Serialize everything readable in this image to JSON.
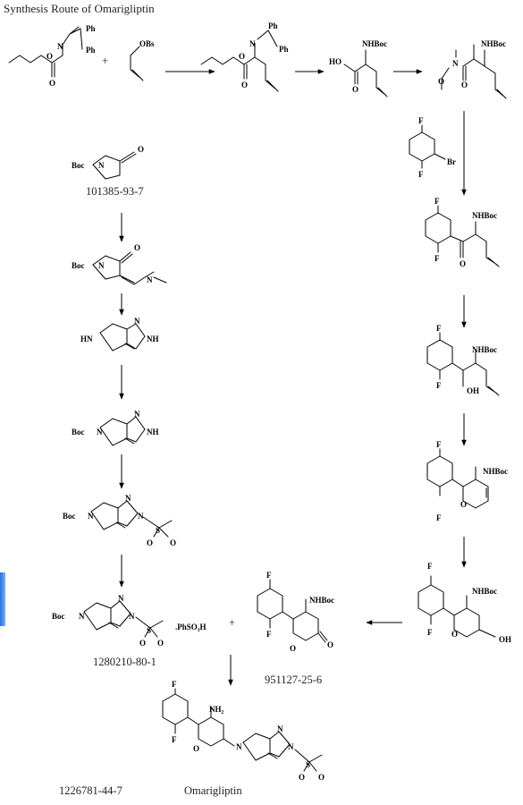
{
  "title": "Synthesis Route of Omarigliptin",
  "labels": {
    "cas_boc_pyrrolidinone": "101385-93-7",
    "cas_sulfonyl_pyrazole": "1280210-80-1",
    "cas_ketone": "951127-25-6",
    "cas_product": "1226781-44-7",
    "product_name": "Omarigliptin",
    "salt": ".PhSO₃H",
    "plus": "+"
  },
  "atoms": {
    "ph": "Ph",
    "n": "N",
    "o": "O",
    "obs": "OBs",
    "nhboc": "NHBoc",
    "ho": "HO",
    "f": "F",
    "br": "Br",
    "oh": "OH",
    "boc": "Boc",
    "hn": "HN",
    "nh": "NH",
    "s": "S",
    "nh2": "NH₂"
  },
  "colors": {
    "ink": "#000000",
    "accent": "#2b6fd6"
  }
}
